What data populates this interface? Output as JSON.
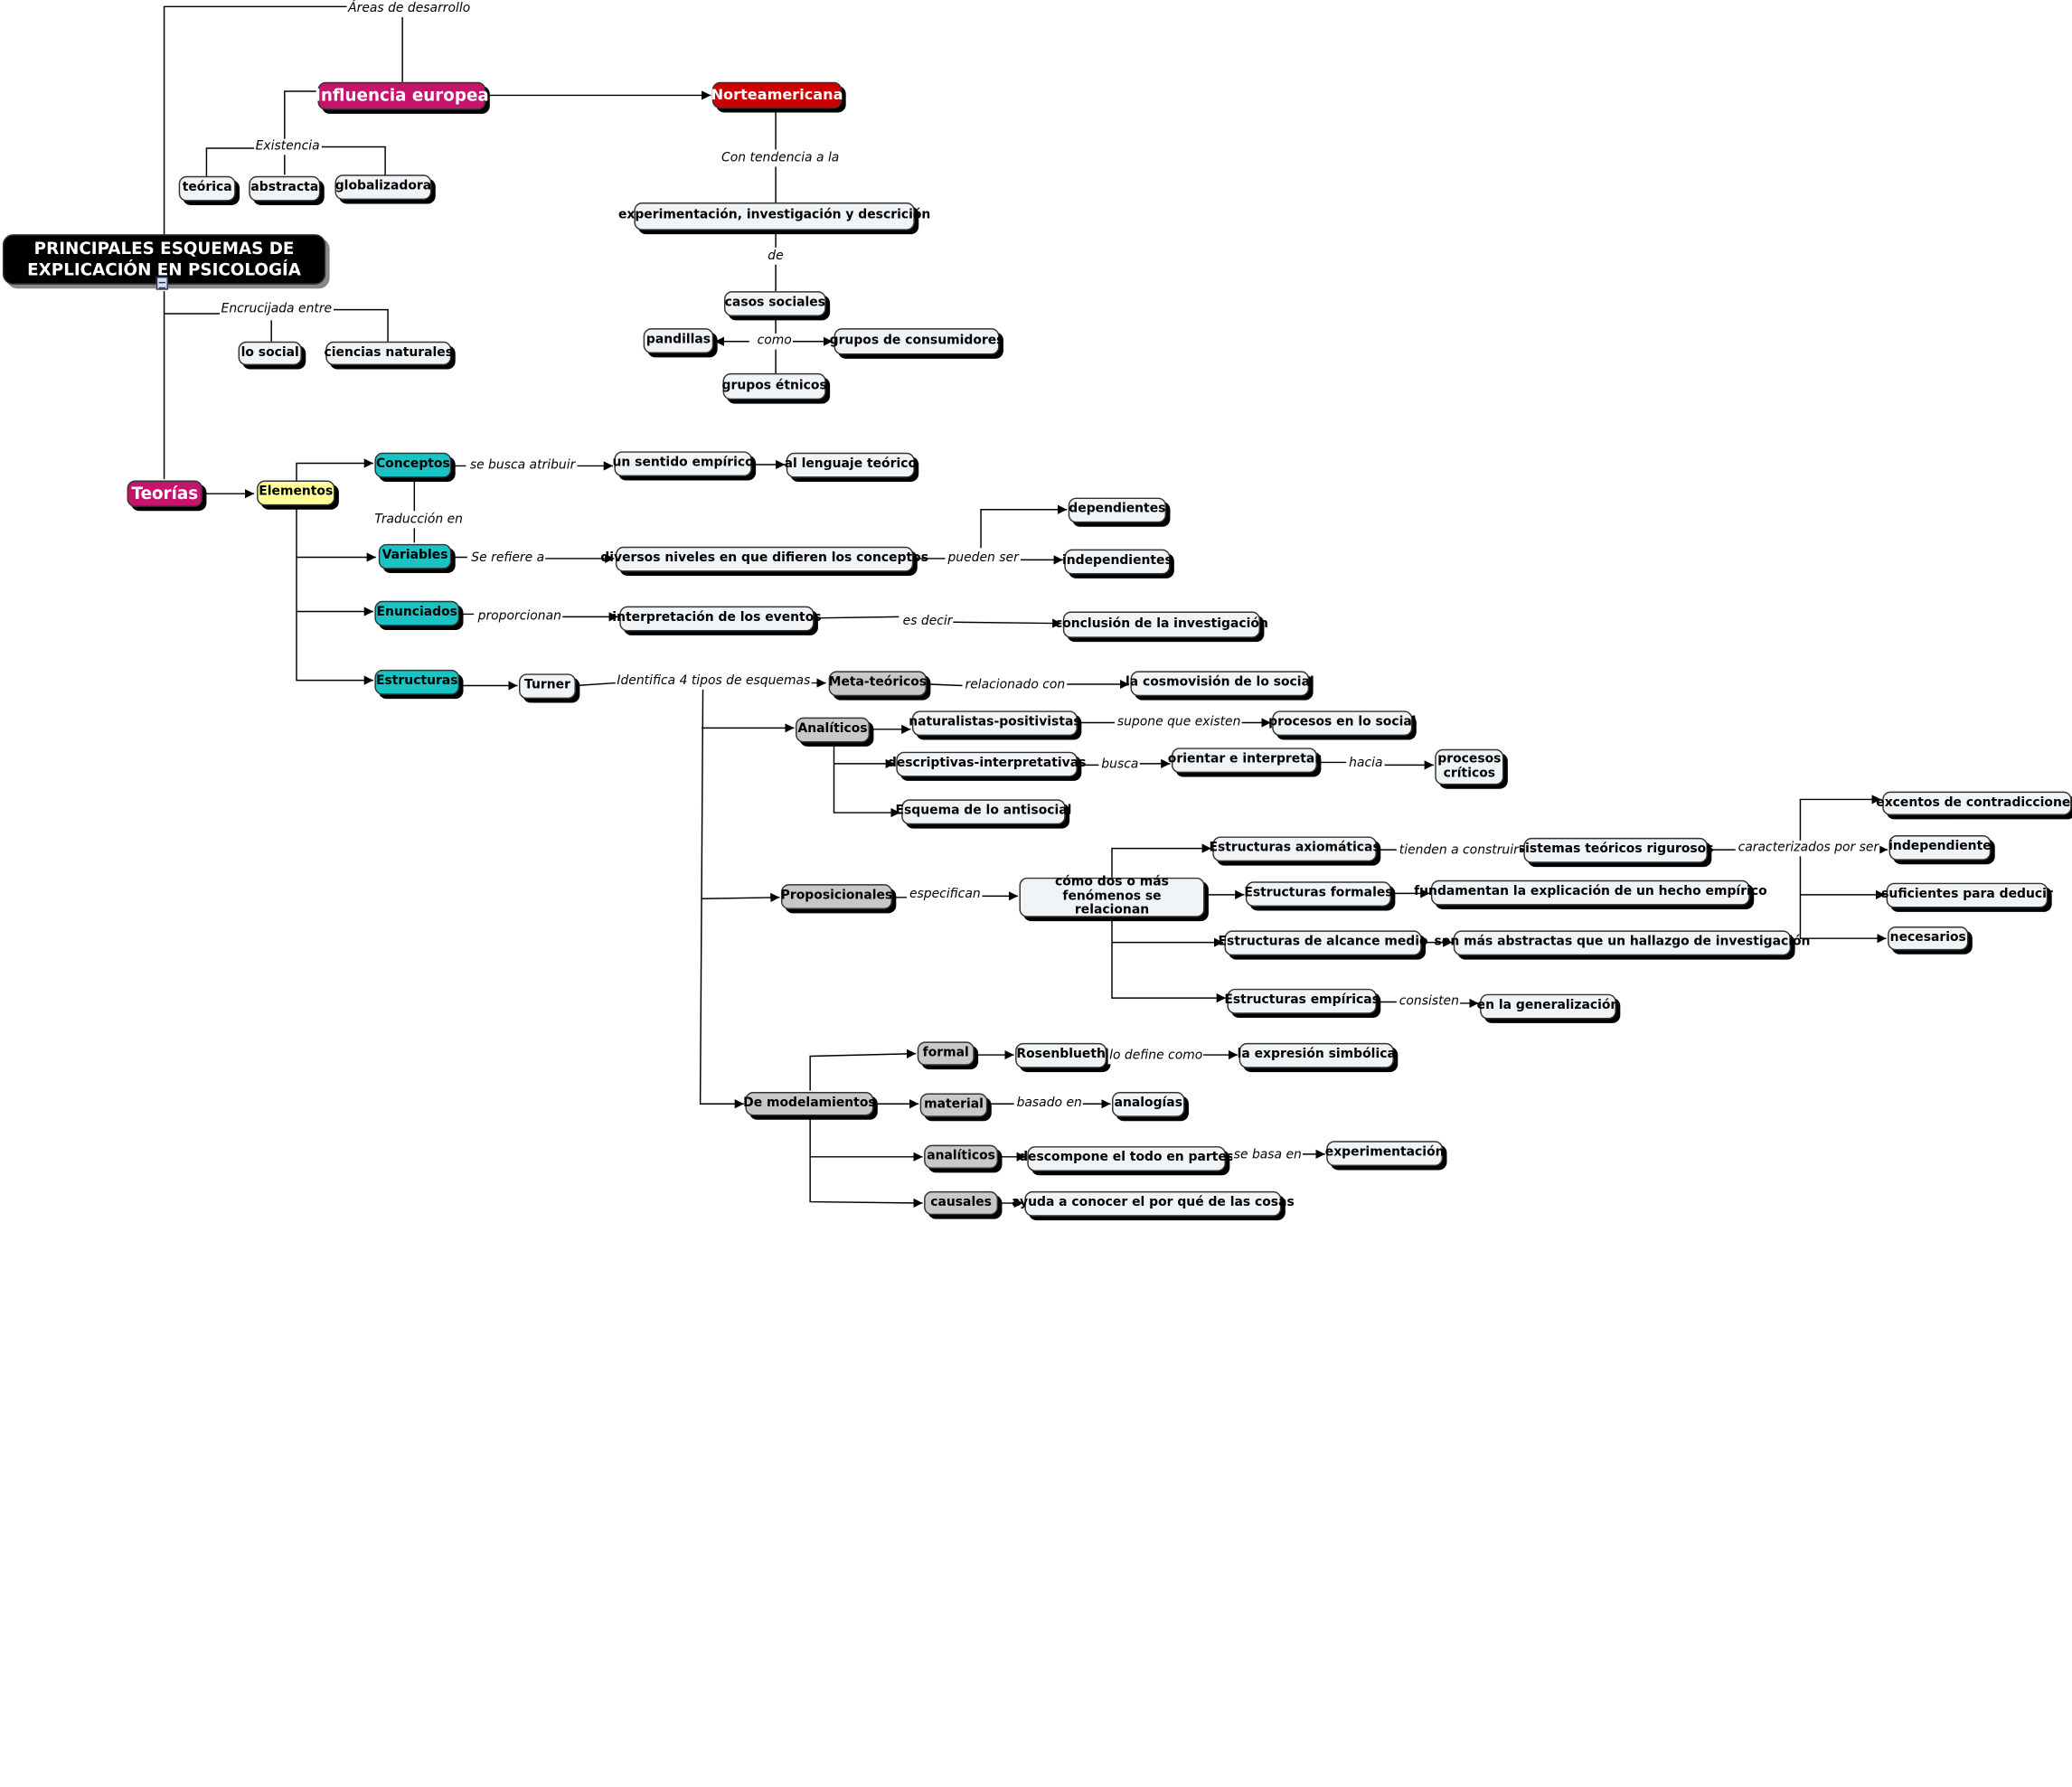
{
  "title": "PRINCIPALES ESQUEMAS DE EXPLICACIÓN EN PSICOLOGÍA",
  "colors": {
    "magenta": "#c4146b",
    "red": "#cc0000",
    "cyan": "#1ac3c3",
    "yellow": "#ffff99",
    "light": "#f0f4f7",
    "grey": "#c8c8c8",
    "title_bg": "#000000"
  },
  "nodes": {
    "title": "PRINCIPALES ESQUEMAS DE EXPLICACIÓN EN PSICOLOGÍA",
    "influencia": "Influencia europea",
    "teorica": "teórica",
    "abstracta": "abstracta",
    "globalizadora": "globalizadora",
    "norte": "Norteamericana",
    "experimentacion": "experimentación, investigación y descrición",
    "casos": "casos sociales",
    "pandillas": "pandillas",
    "consumidores": "grupos de consumidores",
    "etnicos": "grupos étnicos",
    "losocial": "lo social",
    "ciencias": "ciencias naturales",
    "teorias": "Teorías",
    "elementos": "Elementos",
    "conceptos": "Conceptos",
    "sentido": "un sentido empírico",
    "lenguaje": "al lenguaje teórico",
    "variables": "Variables",
    "niveles": "diversos niveles en que difieren los conceptos",
    "dependientes": "dependientes",
    "independientes": "independientes",
    "enunciados": "Enunciados",
    "interpretacion": "interpretación de los eventos",
    "conclusion": "conclusión de la investigación",
    "estructuras": "Estructuras",
    "turner": "Turner",
    "meta": "Meta-teóricos",
    "cosmovision": "la cosmovisión de lo social",
    "analiticos": "Analíticos",
    "naturalistas": "naturalistas-positivistas",
    "procesos_social": "procesos en lo social",
    "descriptivas": "descriptivas-interpretativas",
    "orientar": "orientar e interpretar",
    "procesos_criticos": "procesos críticos",
    "antisocial": "Esquema de lo antisocial",
    "proposicionales": "Proposicionales",
    "como_dos": "cómo dos o más fenómenos se relacionan",
    "axiomaticas": "Estructuras axiomáticas",
    "sistemas": "sistemas teóricos rigurosos",
    "excentos": "excentos de contradicciones",
    "independiente": "independiente",
    "suficientes": "suficientes para deducir",
    "necesarios": "necesarios",
    "formales": "Estructuras formales",
    "fundamentan": "fundamentan la explicación de un hecho empírico",
    "alcance": "Estructuras de alcance medio",
    "mas_abstractas": "son más abstractas que un hallazgo de investigación",
    "empiricas": "Estructuras empíricas",
    "generalizacion": "en la generalización",
    "modelamientos": "De modelamientos",
    "formal": "formal",
    "rosenblueth": "Rosenblueth",
    "expresion": "la expresión simbólica",
    "material": "material",
    "analogias": "analogías",
    "analiticos2": "analíticos",
    "descompone": "descompone el todo en partes",
    "experimentacion2": "experimentación",
    "causales": "causales",
    "ayuda": "ayuda a conocer el por qué de las cosas"
  },
  "labels": {
    "areas": "Áreas de desarrollo",
    "existencia": "Existencia",
    "tendencia": "Con tendencia a la",
    "de": "de",
    "como": "como",
    "encrucijada": "Encrucijada entre",
    "busca_atribuir": "se busca atribuir",
    "traduccion": "Traducción en",
    "se_refiere": "Se refiere a",
    "pueden_ser": "pueden ser",
    "proporcionan": "proporcionan",
    "es_decir": "es decir",
    "identifica": "Identifica 4 tipos de esquemas",
    "relacionado": "relacionado con",
    "supone": "supone que existen",
    "busca": "busca",
    "hacia": "hacia",
    "especifican": "especifican",
    "tienden": "tienden a construir",
    "caracterizados": "caracterizados por ser",
    "consisten": "consisten",
    "lo_define": "lo define como",
    "basado": "basado en",
    "se_basa": "se basa en"
  }
}
